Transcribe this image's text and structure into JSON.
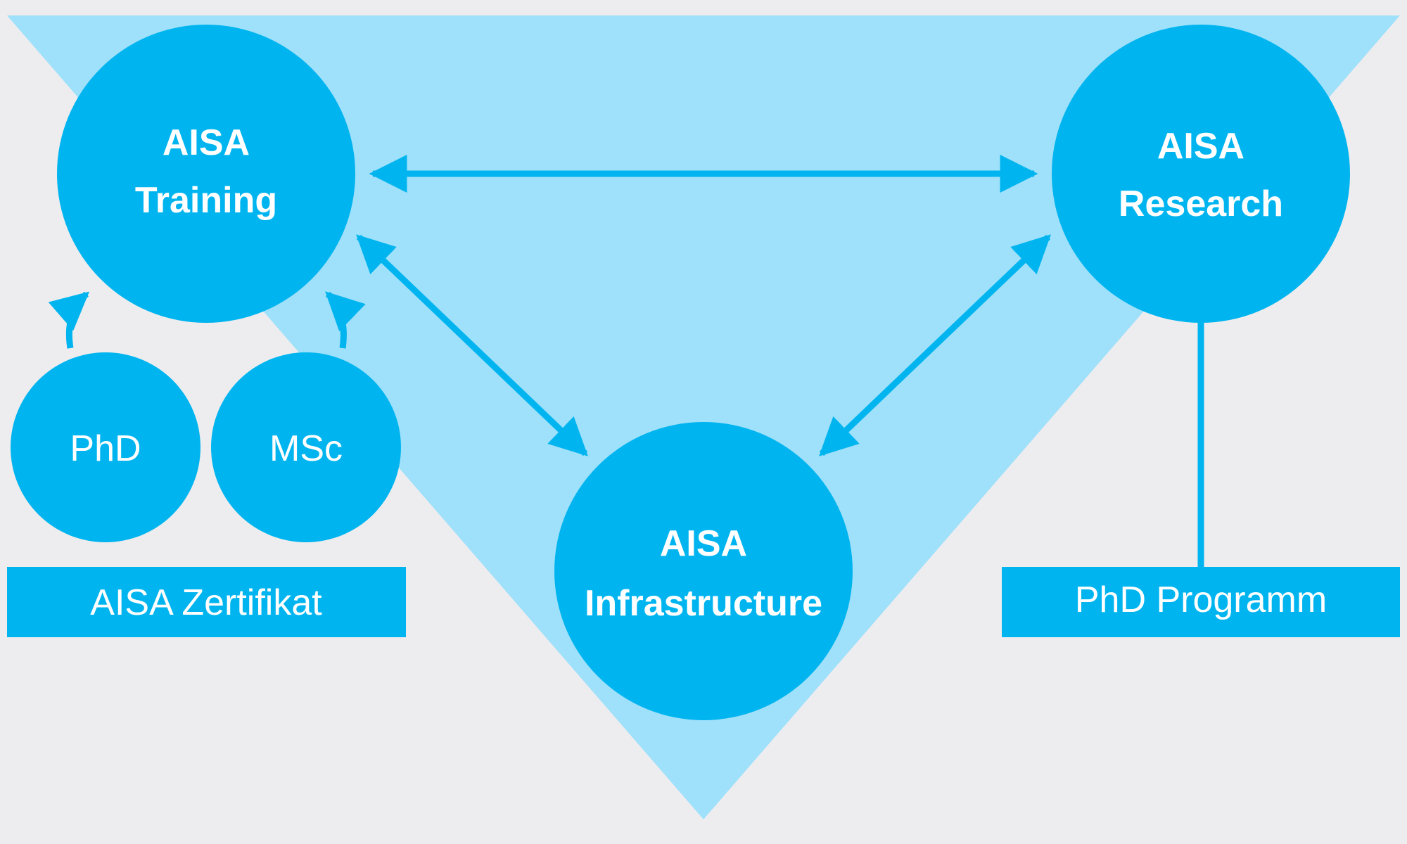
{
  "colors": {
    "background": "#ededef",
    "triangle": "#9fe0fb",
    "node": "#00b5ef",
    "text": "#ffffff"
  },
  "nodes": {
    "training": {
      "line1": "AISA",
      "line2": "Training"
    },
    "research": {
      "line1": "AISA",
      "line2": "Research"
    },
    "infrastructure": {
      "line1": "AISA",
      "line2": "Infrastructure"
    },
    "phd": {
      "label": "PhD"
    },
    "msc": {
      "label": "MSc"
    }
  },
  "boxes": {
    "certificate": "AISA Zertifikat",
    "phd_program": "PhD Programm"
  },
  "connections": [
    {
      "from": "training",
      "to": "research",
      "type": "bidirectional"
    },
    {
      "from": "training",
      "to": "infrastructure",
      "type": "bidirectional"
    },
    {
      "from": "research",
      "to": "infrastructure",
      "type": "bidirectional"
    },
    {
      "from": "phd",
      "to": "training",
      "type": "directed"
    },
    {
      "from": "msc",
      "to": "training",
      "type": "directed"
    },
    {
      "from": "research",
      "to": "phd_program",
      "type": "line"
    }
  ]
}
